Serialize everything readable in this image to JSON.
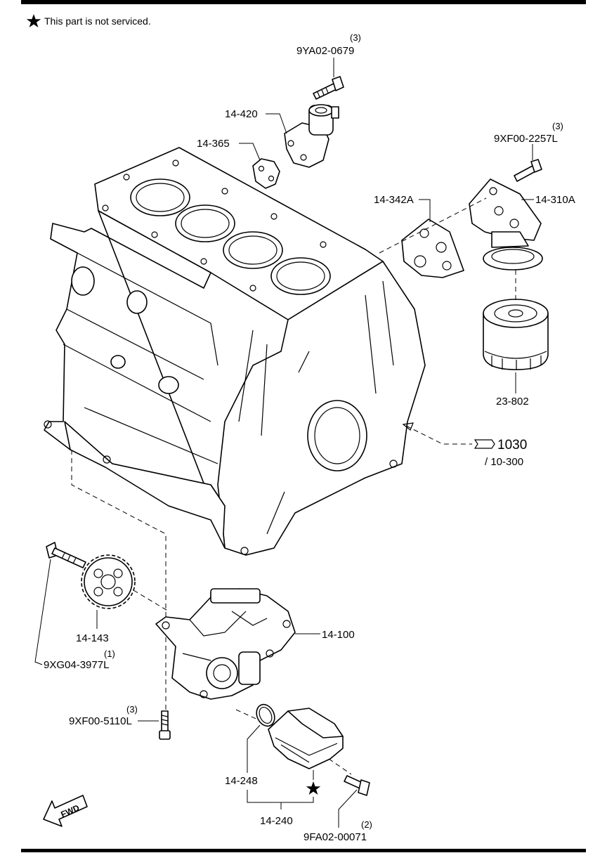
{
  "note": {
    "icon": "star-icon",
    "text": "This part is not serviced."
  },
  "parts": {
    "bolt_top": {
      "code": "9YA02-0679",
      "qty": "(3)"
    },
    "sensor_14_420": {
      "code": "14-420"
    },
    "gasket_14_365": {
      "code": "14-365"
    },
    "bolt_right": {
      "code": "9XF00-2257L",
      "qty": "(3)"
    },
    "gasket_14_342A": {
      "code": "14-342A"
    },
    "filter_body_14_310A": {
      "code": "14-310A"
    },
    "oil_filter_23_802": {
      "code": "23-802"
    },
    "cylinder_block": {
      "code": "1030",
      "ref": "/ 10-300"
    },
    "sprocket_14_143": {
      "code": "14-143"
    },
    "bolt_sprocket": {
      "code": "9XG04-3977L",
      "qty": "(1)"
    },
    "oil_pump_14_100": {
      "code": "14-100"
    },
    "bolt_pump": {
      "code": "9XF00-5110L",
      "qty": "(3)"
    },
    "oring_14_248": {
      "code": "14-248"
    },
    "strainer_14_240": {
      "code": "14-240"
    },
    "bolt_strainer": {
      "code": "9FA02-00071",
      "qty": "(2)"
    }
  },
  "fwd_label": "FWD"
}
